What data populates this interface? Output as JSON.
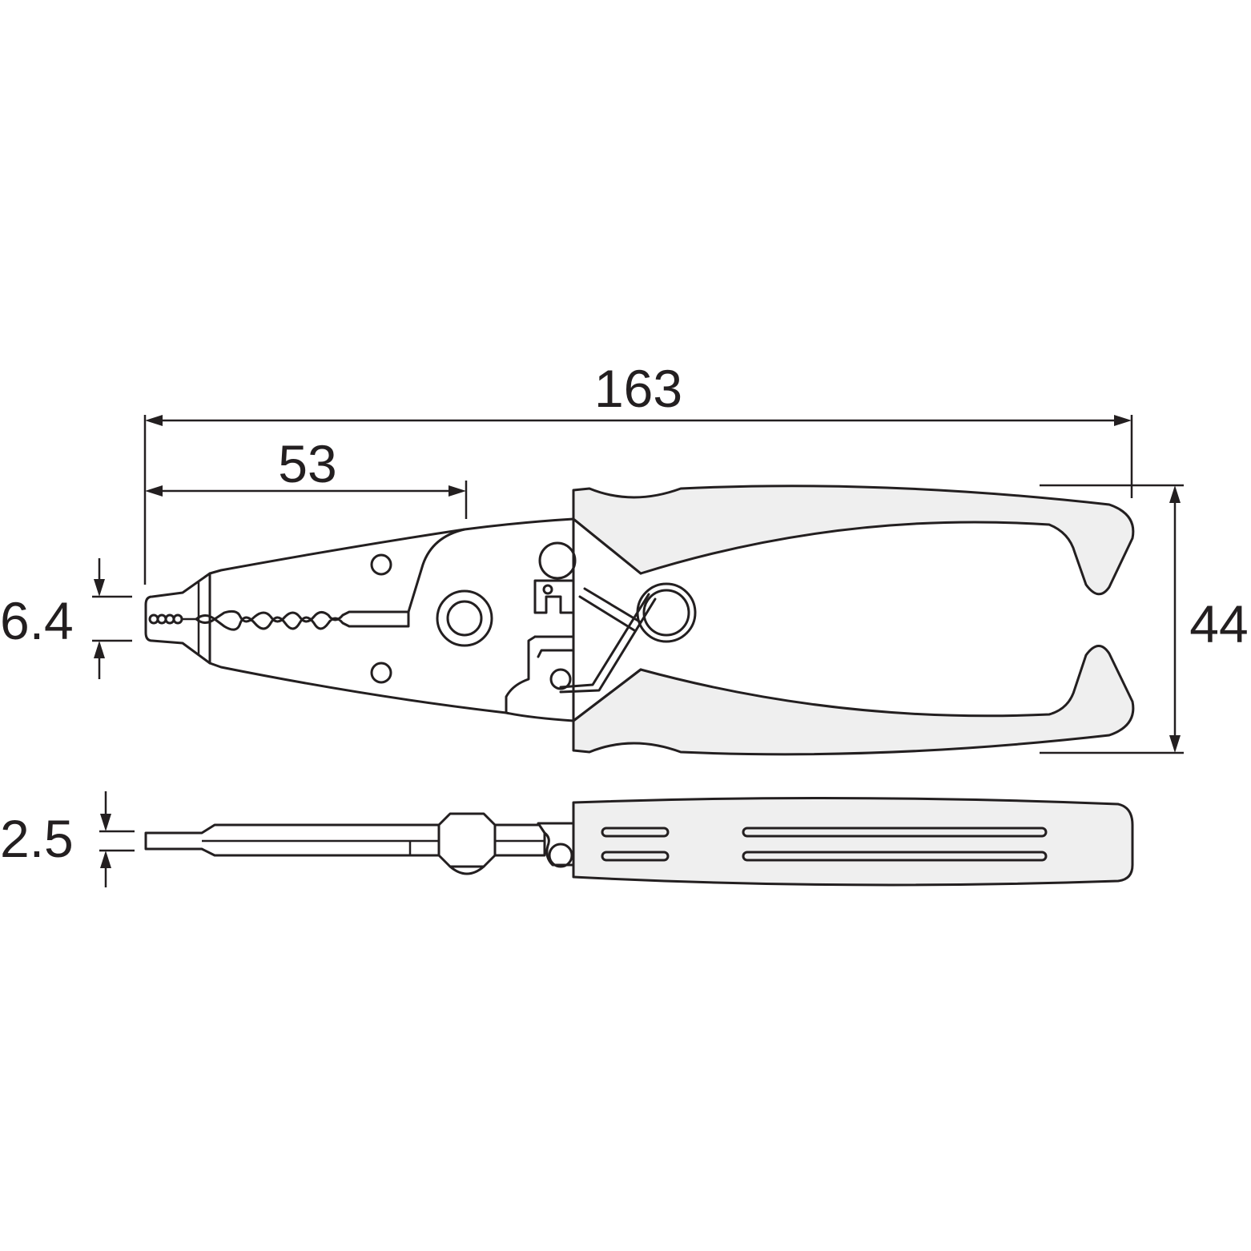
{
  "dimensions": {
    "overall_length": "163",
    "head_length": "53",
    "tip_width": "6.4",
    "handle_span": "44",
    "thickness": "2.5"
  },
  "colors": {
    "line": "#231f20",
    "grip_fill": "#efefef",
    "background": "#ffffff"
  }
}
